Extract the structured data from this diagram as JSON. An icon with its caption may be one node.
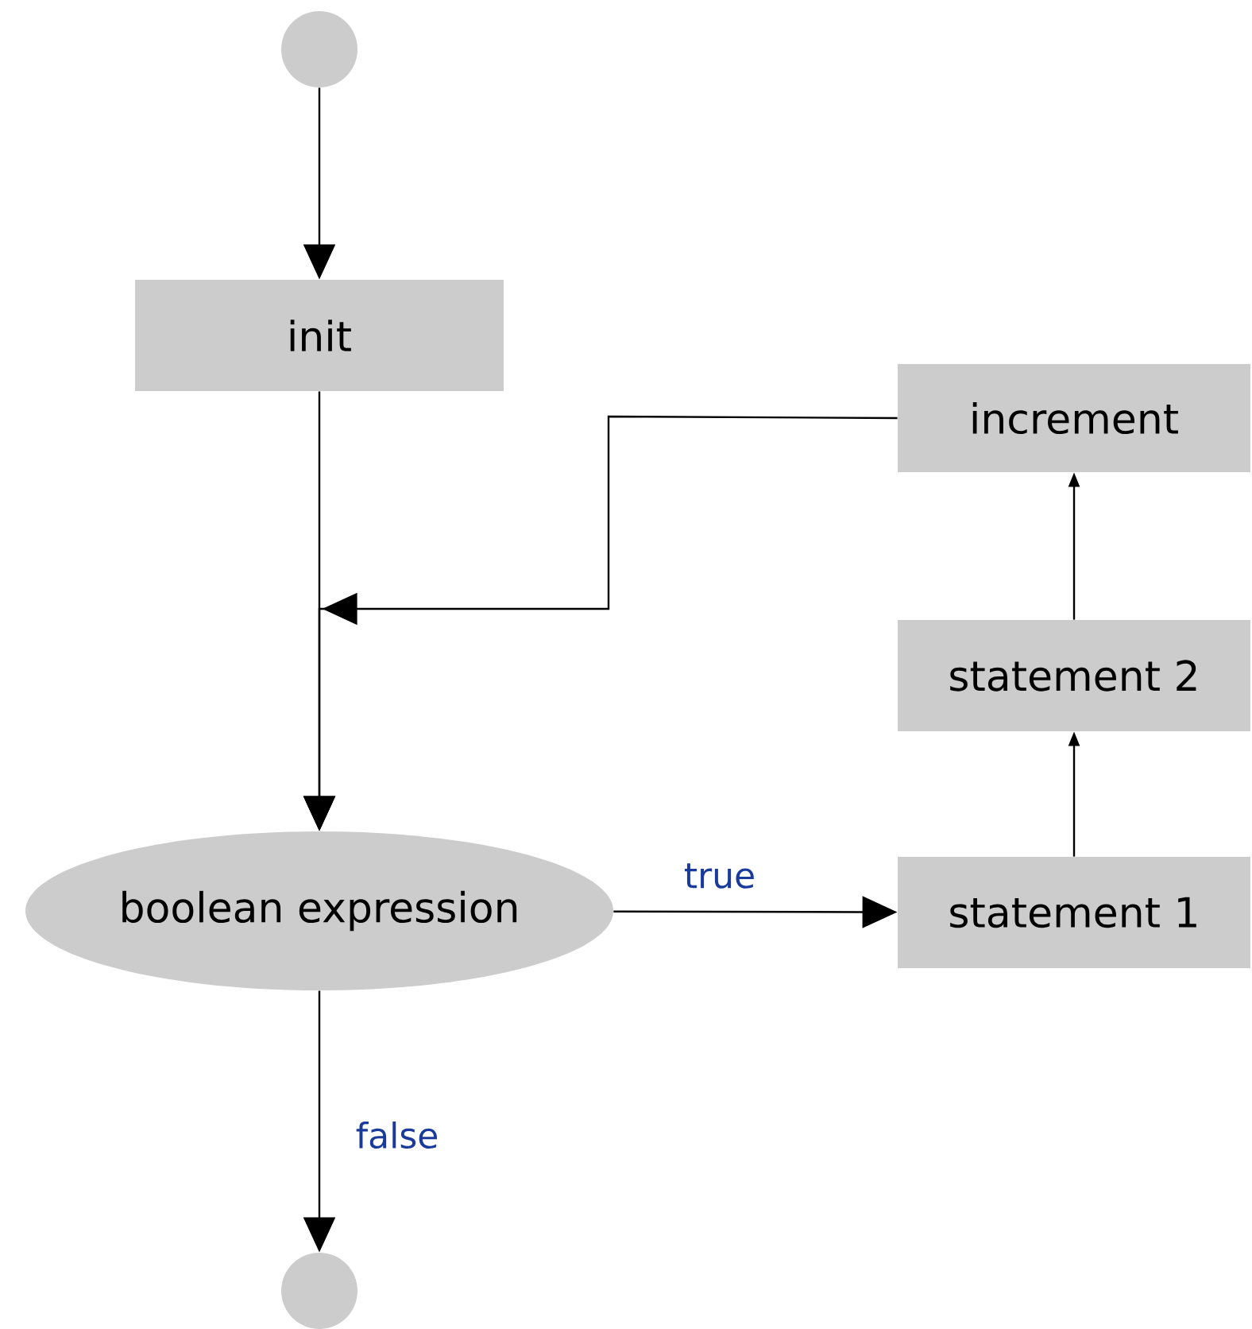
{
  "diagram": {
    "nodes": [
      {
        "text": [],
        "shape": "circle"
      },
      {
        "text": [
          "init"
        ]
      },
      {
        "text": [
          "increment"
        ]
      },
      {
        "text": [
          "statement 2"
        ]
      },
      {
        "text": [
          "boolean expression"
        ]
      },
      {
        "text": [
          "statement 1"
        ]
      },
      {
        "text": [],
        "shape": "circle"
      }
    ],
    "edges": [
      {
        "from": 0,
        "to": 1,
        "arrow": "to"
      },
      {
        "from": 1,
        "to": 4,
        "arrow": "to"
      },
      {
        "from": 2,
        "to": 4,
        "arrow": "to"
      },
      {
        "from": 4,
        "to": 5,
        "arrow": "to",
        "label": "true"
      },
      {
        "from": 5,
        "to": 3,
        "arrow": "to"
      },
      {
        "from": 3,
        "to": 2,
        "arrow": "to"
      },
      {
        "from": 4,
        "to": 6,
        "arrow": "to",
        "label": "false"
      }
    ]
  }
}
